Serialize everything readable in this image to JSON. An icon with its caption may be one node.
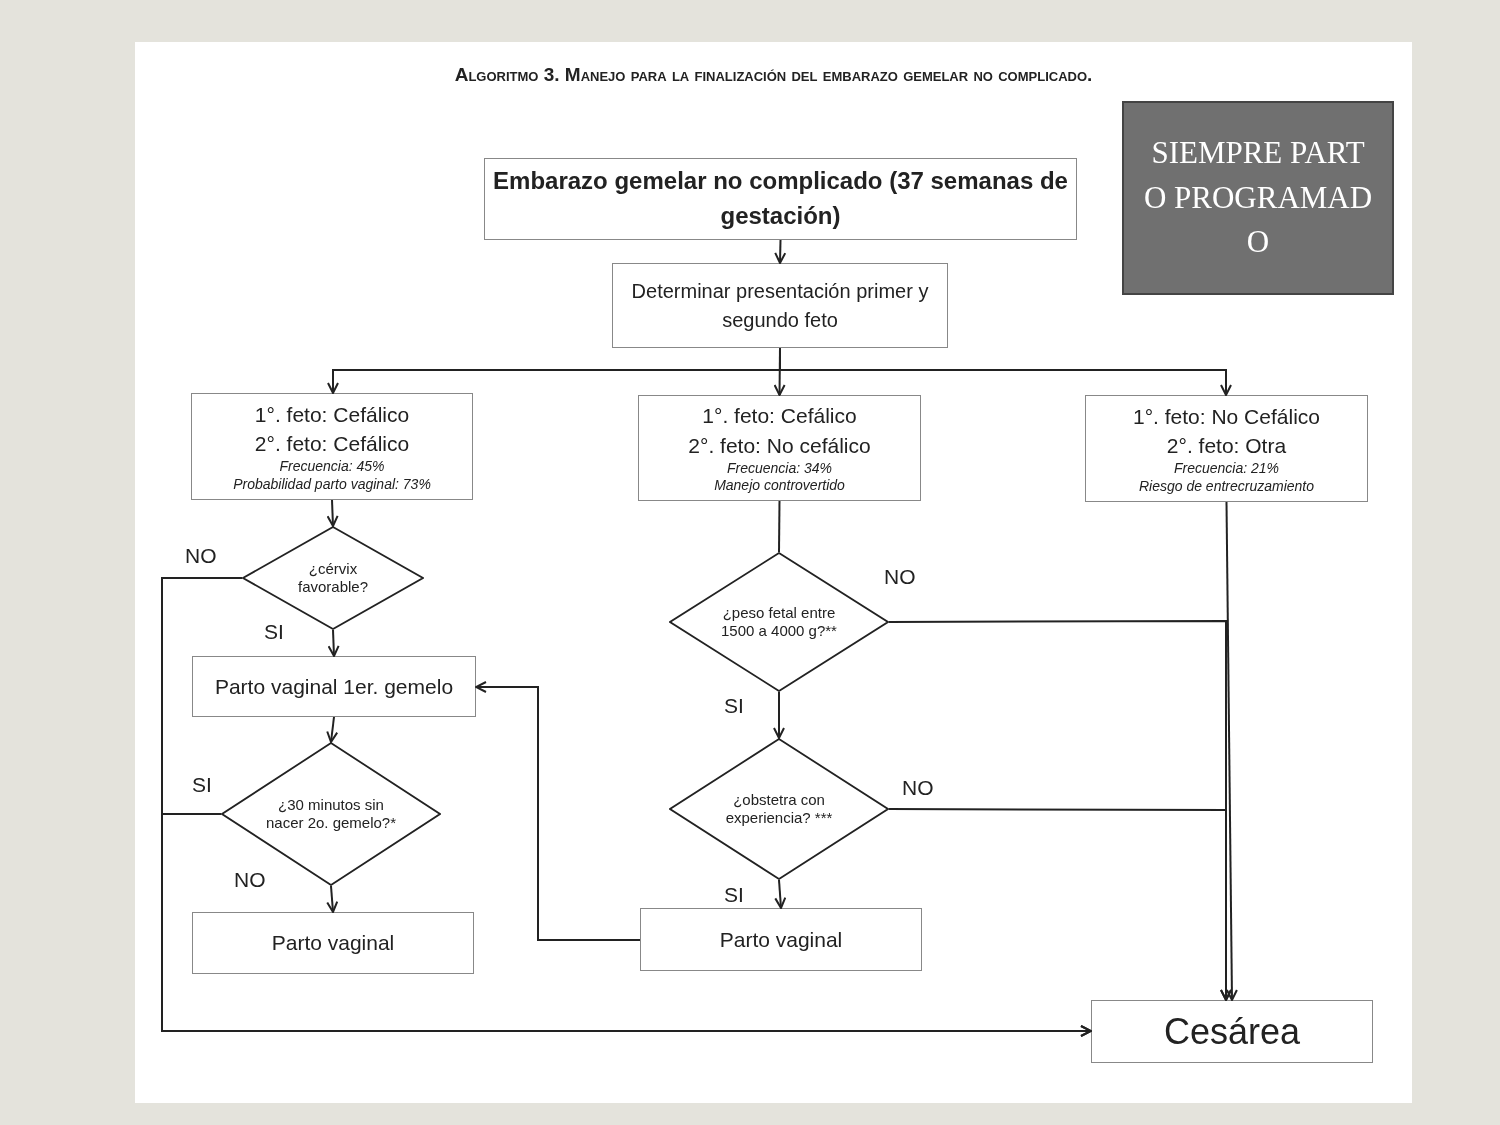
{
  "diagram": {
    "title": "Algoritmo 3. Manejo para la finalización del embarazo gemelar no complicado.",
    "nodes": [
      {
        "text": [
          "Embarazo gemelar no complicado (37 semanas de gestación)"
        ]
      },
      {
        "text": [
          "Determinar presentación primer y segundo feto"
        ]
      },
      {
        "text": [
          "1°. feto: Cefálico",
          "2°. feto: Cefálico",
          "Frecuencia: 45%",
          "Probabilidad parto vaginal: 73%"
        ]
      },
      {
        "text": [
          "1°. feto: Cefálico",
          "2°. feto: No cefálico",
          "Frecuencia: 34%",
          "Manejo controvertido"
        ]
      },
      {
        "text": [
          "1°. feto: No Cefálico",
          "2°. feto: Otra",
          "Frecuencia: 21%",
          "Riesgo de entrecruzamiento"
        ]
      },
      {
        "text": [
          "¿cérvix favorable?"
        ]
      },
      {
        "text": [
          "Parto vaginal 1er. gemelo"
        ]
      },
      {
        "text": [
          "¿30 minutos sin nacer 2o. gemelo?*"
        ]
      },
      {
        "text": [
          "Parto vaginal"
        ]
      },
      {
        "text": [
          "¿peso fetal entre 1500 a 4000 g?**"
        ]
      },
      {
        "text": [
          "¿obstetra con experiencia? ***"
        ]
      },
      {
        "text": [
          "Parto vaginal"
        ]
      },
      {
        "text": [
          "Cesárea"
        ]
      },
      {
        "text": [
          "SIEMPRE PARTO PROGRAMADO"
        ]
      }
    ],
    "edges": [
      {
        "from": 0,
        "to": 1,
        "arrow": "to"
      },
      {
        "from": 1,
        "to": 2,
        "arrow": "to"
      },
      {
        "from": 1,
        "to": 3,
        "arrow": "to"
      },
      {
        "from": 1,
        "to": 4,
        "arrow": "to"
      },
      {
        "from": 2,
        "to": 5,
        "arrow": "to"
      },
      {
        "from": 5,
        "to": 6,
        "arrow": "to",
        "label": "SI"
      },
      {
        "from": 5,
        "to": 12,
        "arrow": "to",
        "label": "NO"
      },
      {
        "from": 6,
        "to": 7,
        "arrow": "to"
      },
      {
        "from": 7,
        "to": 8,
        "arrow": "to",
        "label": "NO"
      },
      {
        "from": 7,
        "to": 12,
        "arrow": "to",
        "label": "SI"
      },
      {
        "from": 3,
        "to": 9,
        "arrow": "none"
      },
      {
        "from": 9,
        "to": 10,
        "arrow": "to",
        "label": "SI"
      },
      {
        "from": 9,
        "to": 12,
        "arrow": "to",
        "label": "NO"
      },
      {
        "from": 10,
        "to": 11,
        "arrow": "to",
        "label": "SI"
      },
      {
        "from": 10,
        "to": 12,
        "arrow": "to",
        "label": "NO"
      },
      {
        "from": 11,
        "to": 6,
        "arrow": "to"
      },
      {
        "from": 4,
        "to": 12,
        "arrow": "to"
      }
    ]
  }
}
